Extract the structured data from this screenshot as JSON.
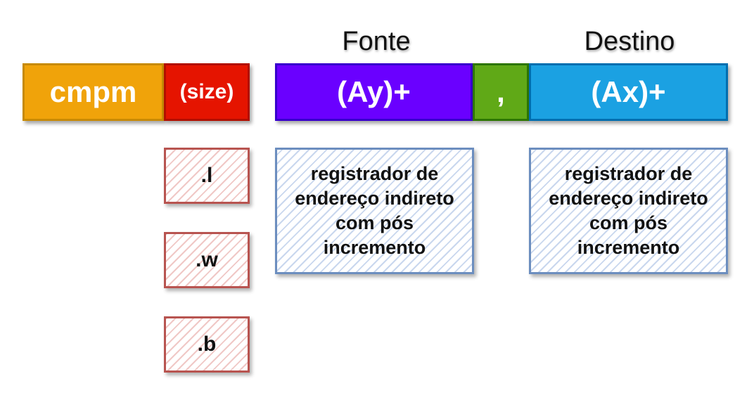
{
  "headers": {
    "source": "Fonte",
    "destination": "Destino"
  },
  "instruction": {
    "mnemonic": "cmpm",
    "size": "(size)",
    "source": "(Ay)+",
    "separator": ",",
    "destination": "(Ax)+"
  },
  "size_options": [
    ".l",
    ".w",
    ".b"
  ],
  "descriptions": {
    "source": "registrador de\nendereço indireto\ncom pós\nincremento",
    "destination": "registrador de\nendereço indireto\ncom pós\nincremento"
  },
  "colors": {
    "mnemonic": "#f0a30a",
    "size": "#e51400",
    "source": "#6a00ff",
    "separator": "#60a917",
    "destination": "#1ba1e2",
    "option_border": "#b85450",
    "description_border": "#6c8ebf"
  }
}
